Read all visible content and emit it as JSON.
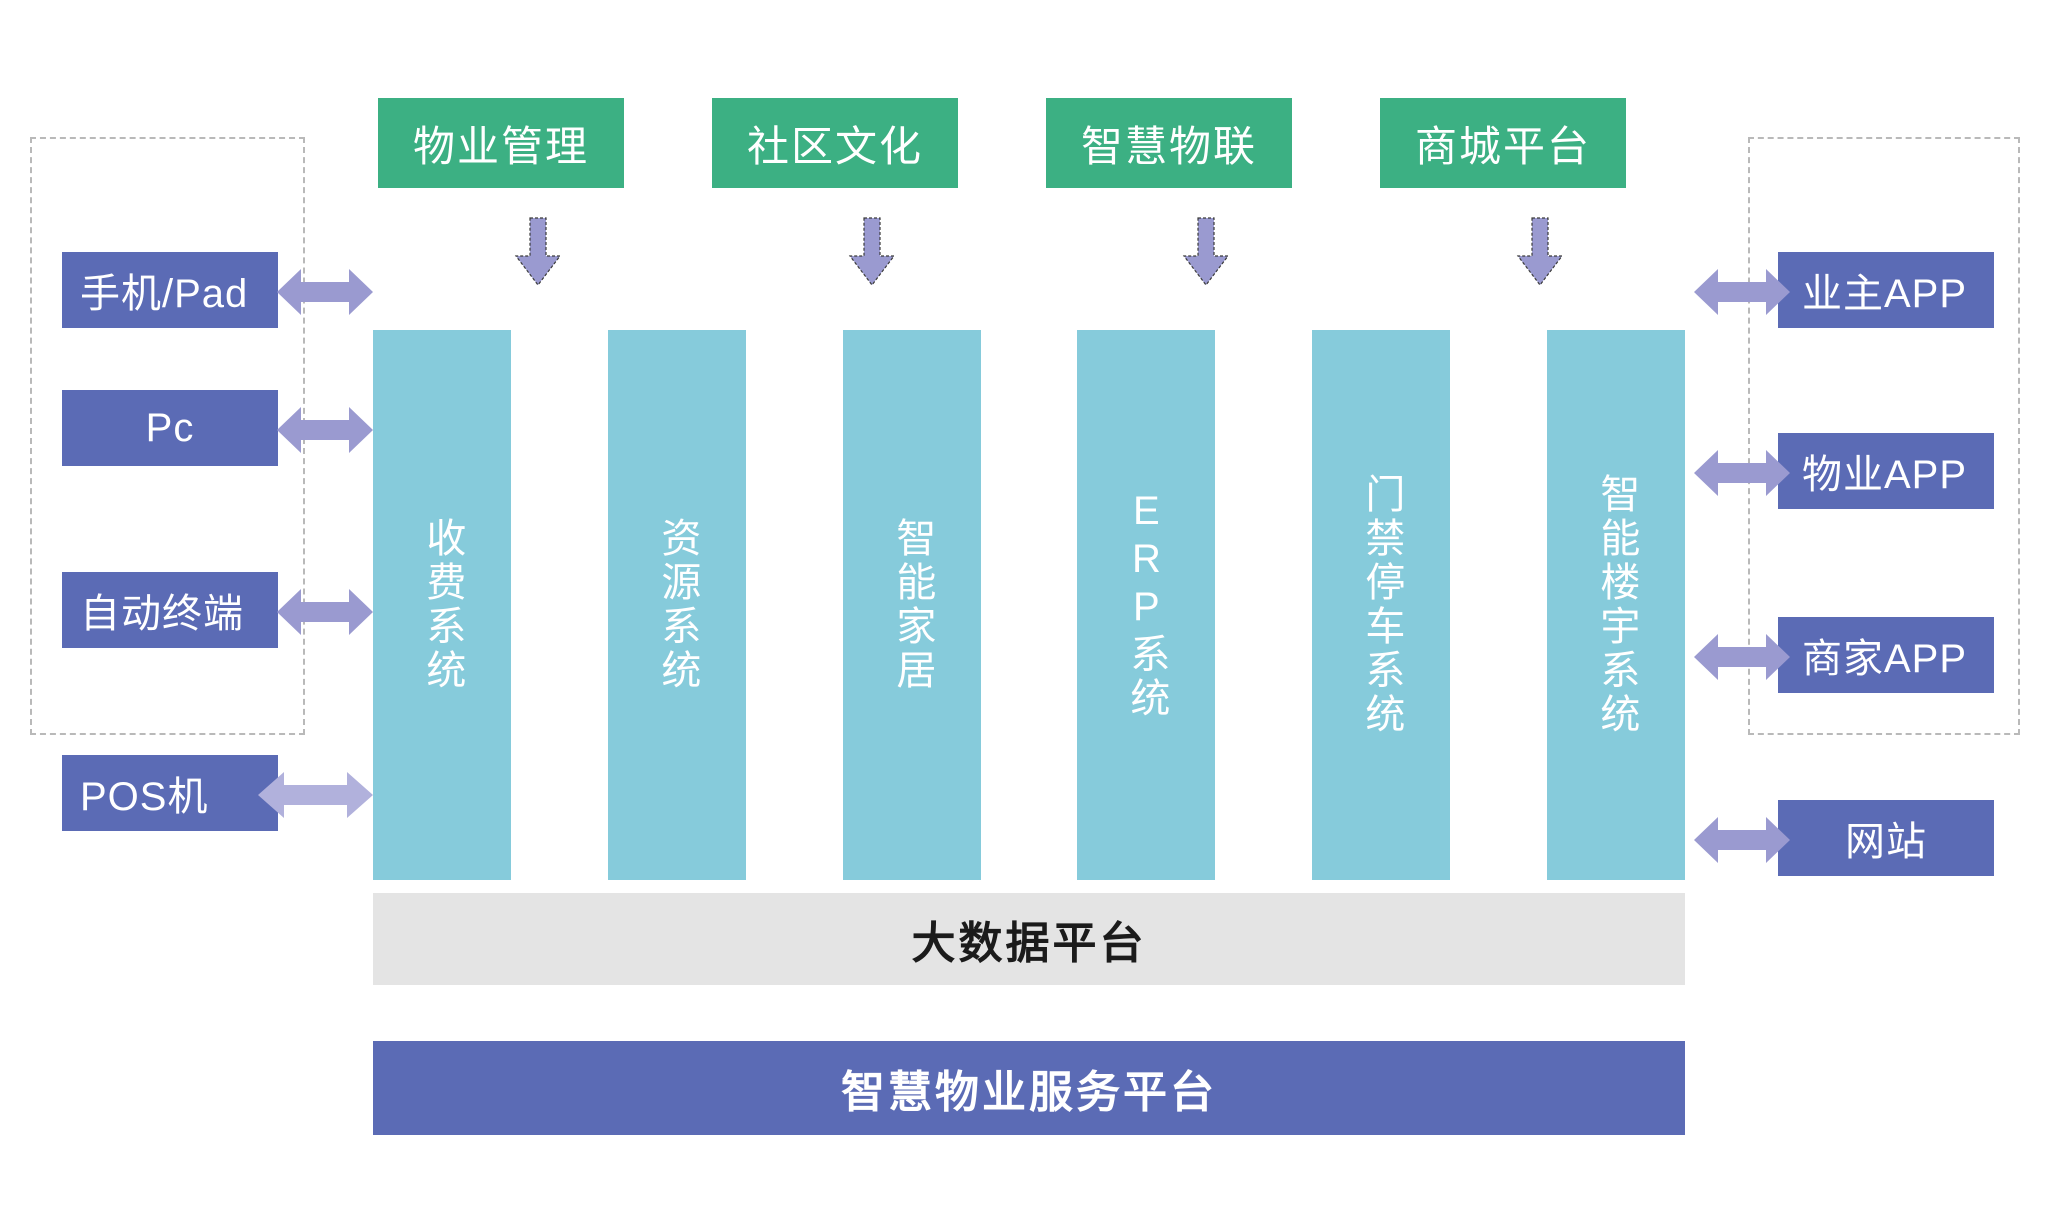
{
  "diagram": {
    "title_bottom": "智慧物业服务平台",
    "colors": {
      "green": "#3cb083",
      "cyan": "#86cbdb",
      "indigo": "#5b6bb5",
      "arrow_purple": "#9a9ad0",
      "gray_bar": "#e4e4e4",
      "dashed_border": "#b9b9b9"
    }
  },
  "channels": {
    "items": [
      {
        "label": "物业管理"
      },
      {
        "label": "社区文化"
      },
      {
        "label": "智慧物联"
      },
      {
        "label": "商城平台"
      }
    ]
  },
  "left_rail": {
    "items": [
      {
        "label": "手机/Pad"
      },
      {
        "label": "Pc"
      },
      {
        "label": "自动终端"
      },
      {
        "label": "POS机"
      }
    ]
  },
  "right_rail": {
    "items": [
      {
        "label": "业主APP"
      },
      {
        "label": "物业APP"
      },
      {
        "label": "商家APP"
      },
      {
        "label": "网站"
      }
    ]
  },
  "systems": {
    "items": [
      {
        "label": "收费系统"
      },
      {
        "label": "资源系统"
      },
      {
        "label": "智能家居"
      },
      {
        "label": "ERP系统"
      },
      {
        "label": "门禁停车系统"
      },
      {
        "label": "智能楼宇系统"
      }
    ]
  },
  "platforms": {
    "data_platform": "大数据平台",
    "service_platform": "智慧物业服务平台"
  },
  "icons": {
    "down_arrow": "down-arrow-icon",
    "left_right_arrow": "left-right-arrow-icon"
  }
}
